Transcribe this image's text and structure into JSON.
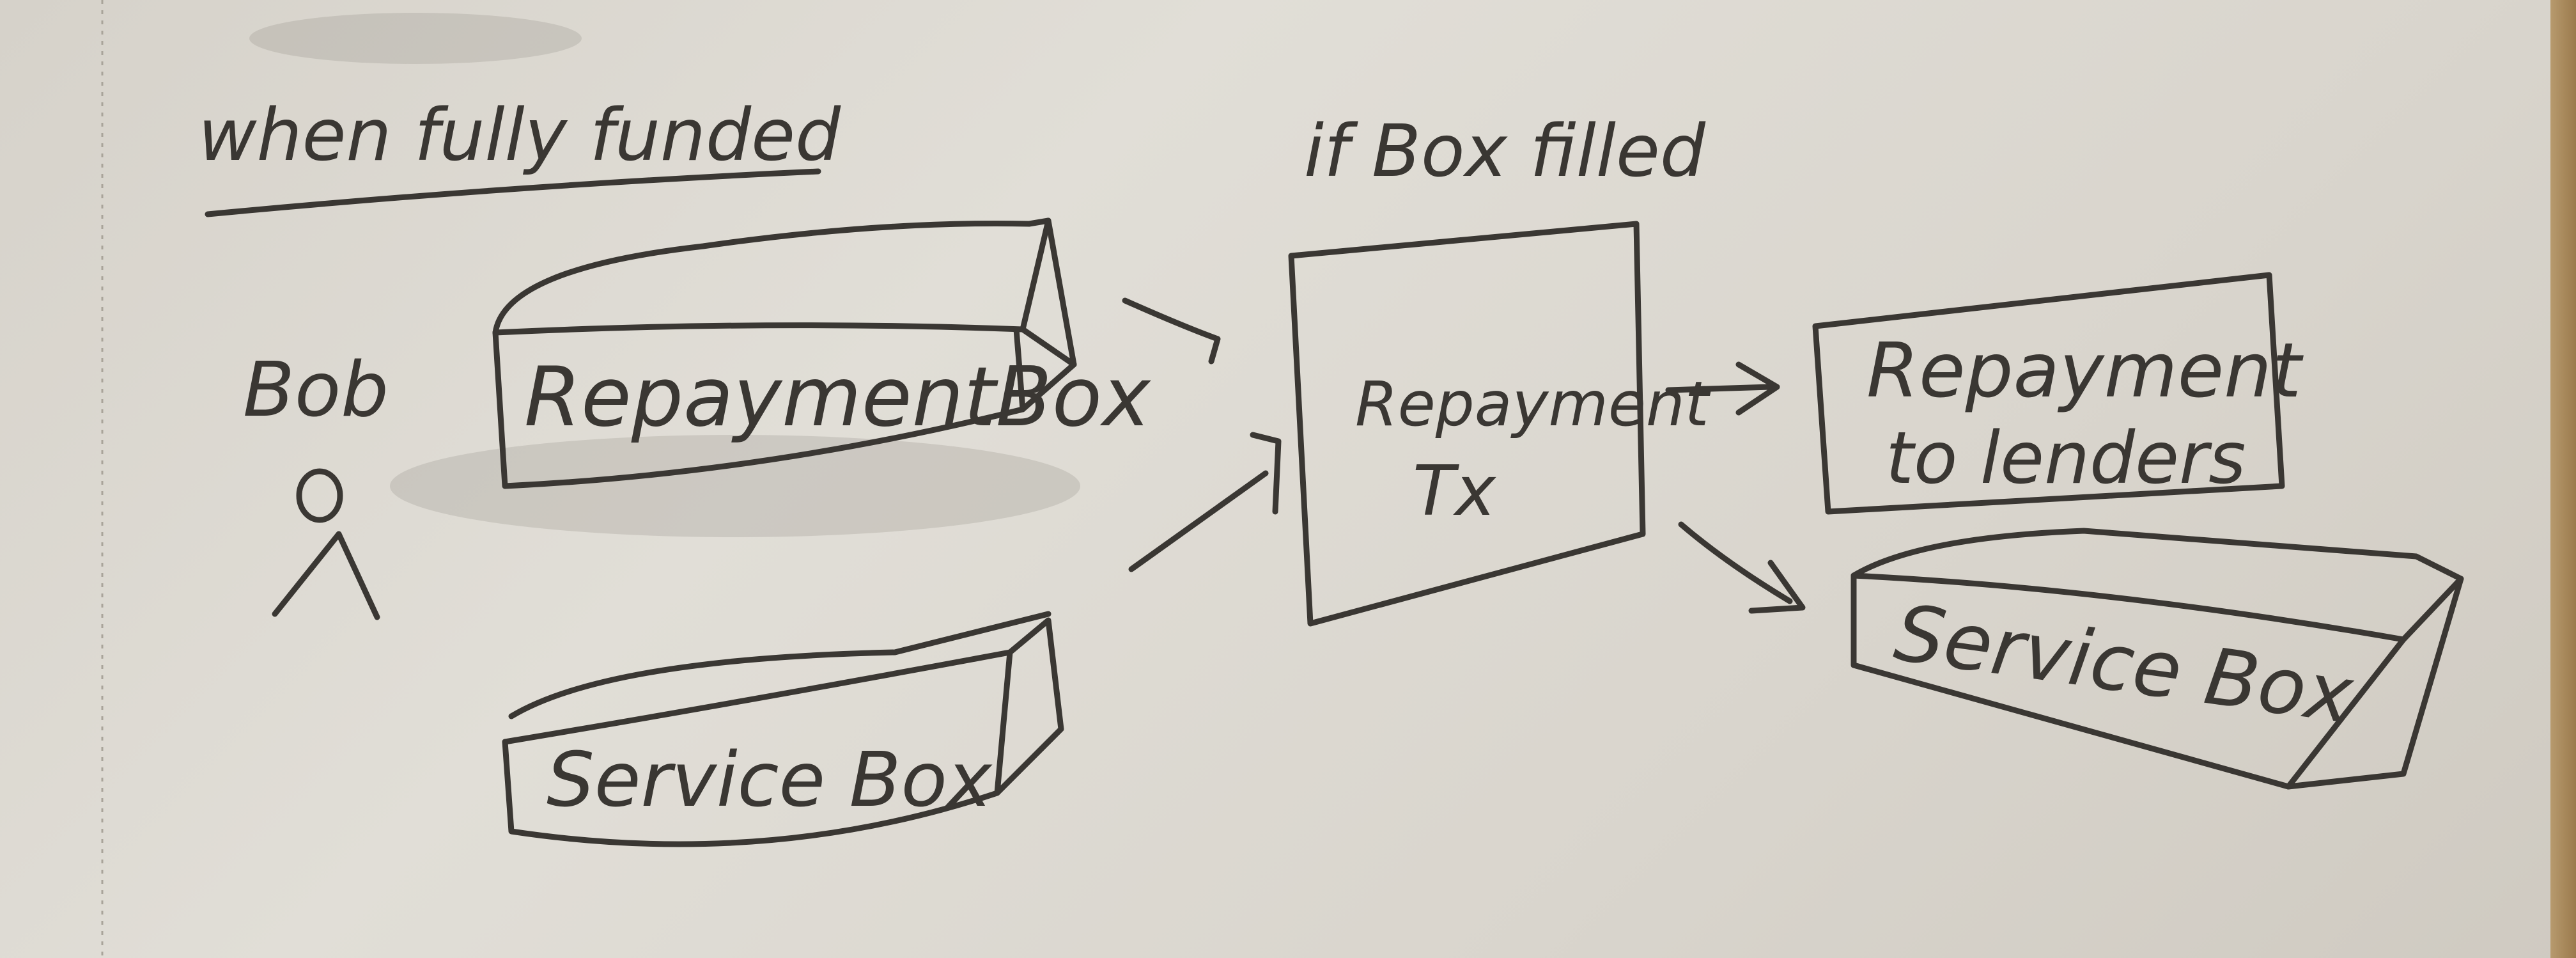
{
  "heading": "when fully funded",
  "condition": "if Box filled",
  "actor": "Bob",
  "boxes": {
    "repayment_box": "RepaymentBox",
    "service_box_left": "Service Box",
    "repayment_tx_line1": "Repayment",
    "repayment_tx_line2": "Tx",
    "repayment_lenders_line1": "Repayment",
    "repayment_lenders_line2": "to lenders",
    "service_box_right": "Service Box"
  },
  "colors": {
    "ink": "#3a3733",
    "paper": "#dedad3"
  }
}
